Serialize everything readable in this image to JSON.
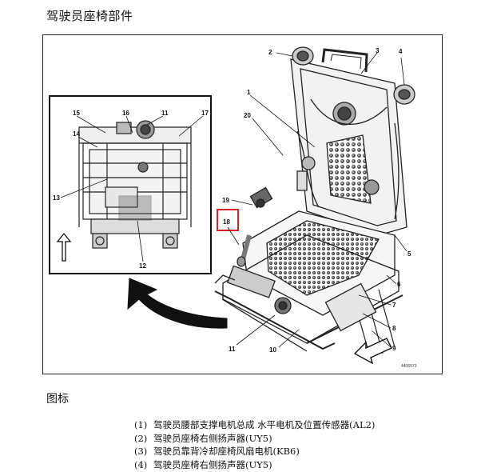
{
  "page": {
    "title": "驾驶员座椅部件",
    "legend_heading": "图标"
  },
  "figure": {
    "code": "4406573",
    "highlight_color": "#d9202a",
    "inset_callouts": [
      "15",
      "16",
      "11",
      "17",
      "14",
      "13",
      "12"
    ],
    "main_callouts": [
      "2",
      "3",
      "4",
      "1",
      "20",
      "19",
      "18",
      "5",
      "6",
      "7",
      "8",
      "9",
      "10",
      "11"
    ],
    "highlighted_callout": "18"
  },
  "legend": [
    {
      "num": "(1)",
      "text": "驾驶员腰部支撑电机总成 水平电机及位置传感器(AL2)"
    },
    {
      "num": "(2)",
      "text": "驾驶员座椅右侧扬声器(UY5)"
    },
    {
      "num": "(3)",
      "text": "驾驶员靠背冷却座椅风扇电机(KB6)"
    },
    {
      "num": "(4)",
      "text": "驾驶员座椅右侧扬声器(UY5)"
    }
  ]
}
